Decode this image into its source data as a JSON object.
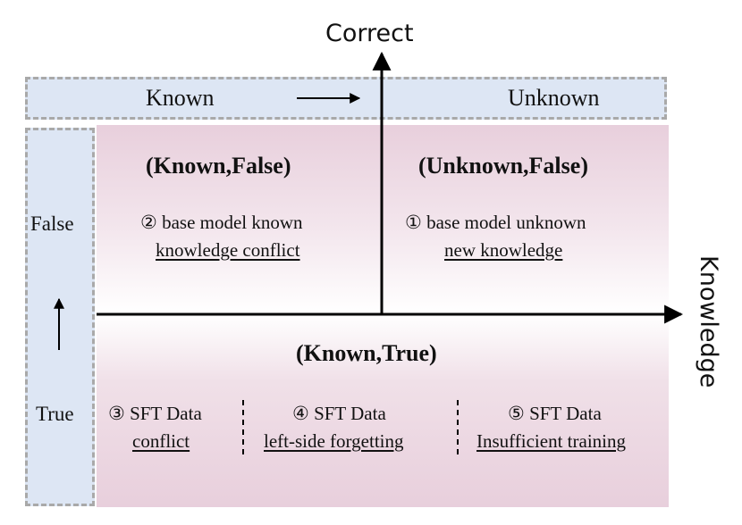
{
  "axes": {
    "y_label": "Correct",
    "x_label": "Knowledge"
  },
  "top_band": {
    "left": "Known",
    "right": "Unknown"
  },
  "left_band": {
    "top": "False",
    "bottom": "True"
  },
  "quadrants": {
    "known_false": {
      "title": "(Known,False)",
      "line1": "② base model known",
      "line2": "knowledge conflict"
    },
    "unknown_false": {
      "title": "(Unknown,False)",
      "line1": "① base model unknown",
      "line2": "new knowledge"
    },
    "known_true": {
      "title": "(Known,True)",
      "cells": [
        {
          "line1": "③ SFT Data",
          "line2": "conflict"
        },
        {
          "line1": "④ SFT Data",
          "line2": "left-side forgetting"
        },
        {
          "line1": "⑤ SFT Data",
          "line2": "Insufficient training"
        }
      ]
    }
  },
  "colors": {
    "band_fill": "#dde6f4",
    "band_border": "#a9a9a9",
    "panel_fill": "#e8cfdc",
    "axis": "#000000"
  }
}
